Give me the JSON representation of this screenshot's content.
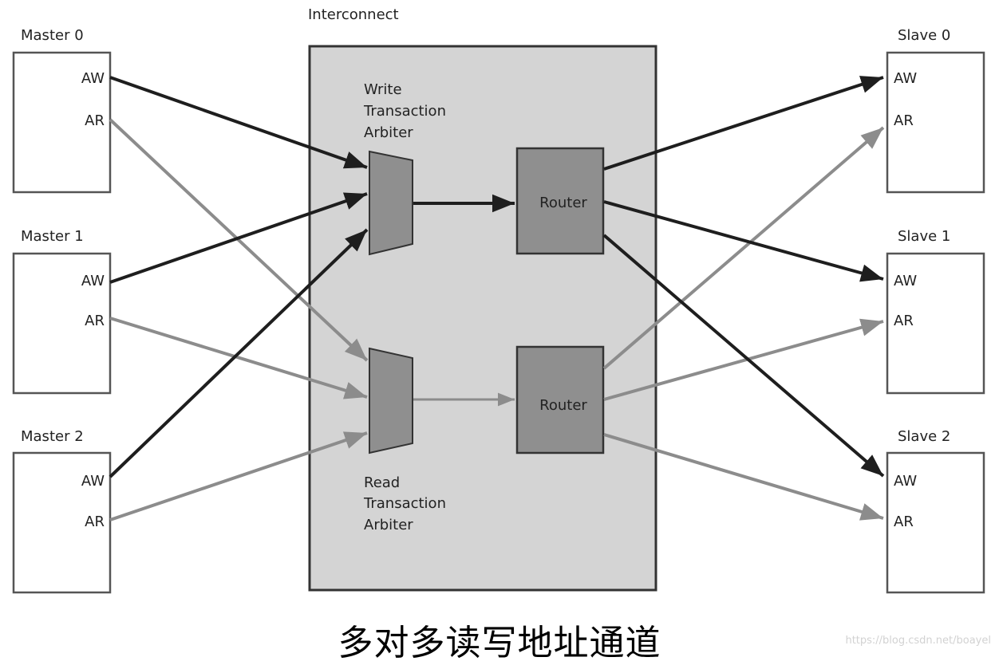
{
  "title": "Interconnect",
  "caption": "多对多读写地址通道",
  "watermark": "https://blog.csdn.net/boayel",
  "colors": {
    "write_path": "#1e1e1e",
    "read_path": "#8c8c8c",
    "interconnect_fill": "#d4d4d4",
    "block_fill": "#8f8f8f",
    "box_stroke": "#555555"
  },
  "masters": [
    {
      "name": "Master 0",
      "ports": [
        "AW",
        "AR"
      ]
    },
    {
      "name": "Master 1",
      "ports": [
        "AW",
        "AR"
      ]
    },
    {
      "name": "Master 2",
      "ports": [
        "AW",
        "AR"
      ]
    }
  ],
  "slaves": [
    {
      "name": "Slave 0",
      "ports": [
        "AW",
        "AR"
      ]
    },
    {
      "name": "Slave 1",
      "ports": [
        "AW",
        "AR"
      ]
    },
    {
      "name": "Slave 2",
      "ports": [
        "AW",
        "AR"
      ]
    }
  ],
  "arbiters": {
    "write": [
      "Write",
      "Transaction",
      "Arbiter"
    ],
    "read": [
      "Read",
      "Transaction",
      "Arbiter"
    ]
  },
  "routers": {
    "write": "Router",
    "read": "Router"
  }
}
